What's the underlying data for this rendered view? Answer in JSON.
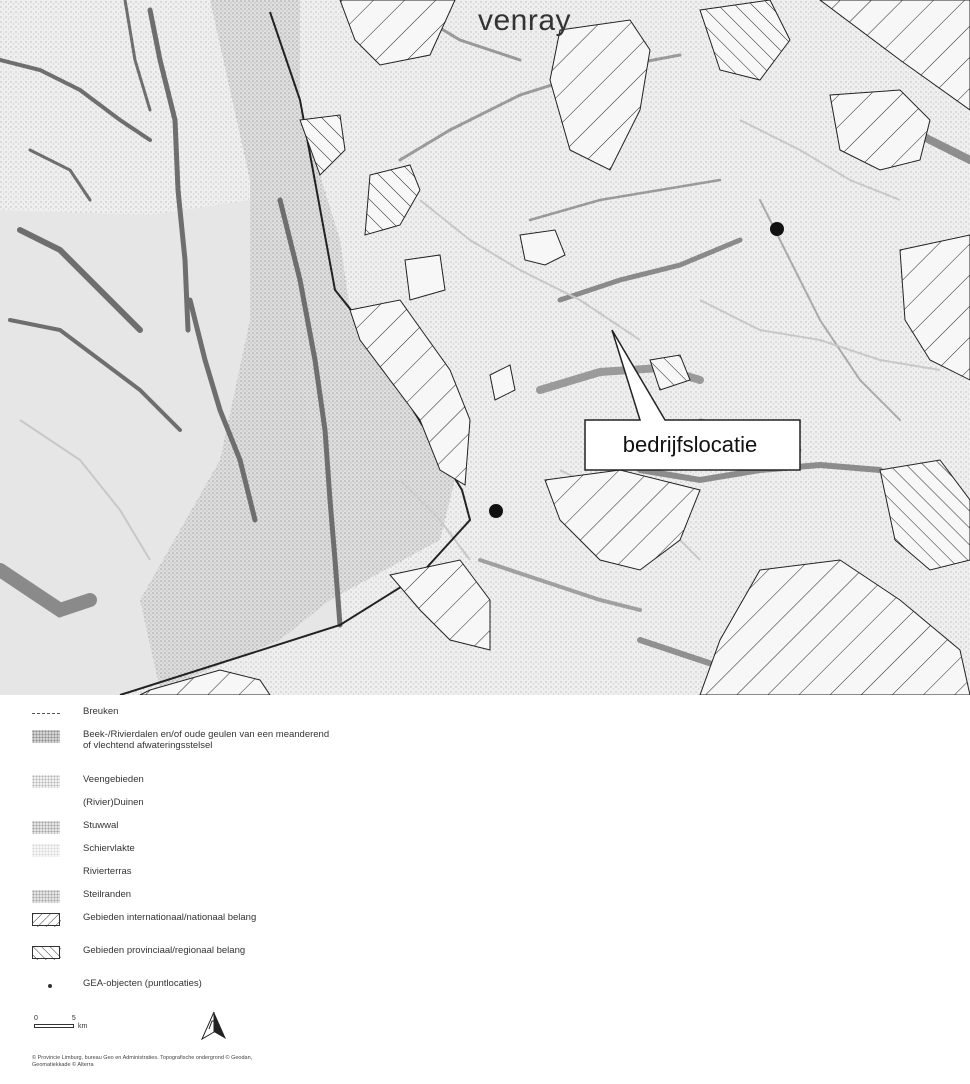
{
  "map": {
    "place_name": "venray",
    "callout": "bedrijfslocatie"
  },
  "legend": {
    "items": [
      {
        "id": "breuken",
        "label": "Breuken"
      },
      {
        "id": "beekdalen",
        "label": "Beek-/Rivierdalen en/of oude geulen van een meanderend of vlechtend afwateringsstelsel"
      },
      {
        "id": "veengebieden",
        "label": "Veengebieden"
      },
      {
        "id": "duinen",
        "label": "(Rivier)Duinen"
      },
      {
        "id": "stuwwal",
        "label": "Stuwwal"
      },
      {
        "id": "schiervlakte",
        "label": "Schiervlakte"
      },
      {
        "id": "rivierterras",
        "label": "Rivierterras"
      },
      {
        "id": "steilranden",
        "label": "Steilranden"
      },
      {
        "id": "internationaal",
        "label": "Gebieden internationaal/nationaal belang"
      },
      {
        "id": "provinciaal",
        "label": "Gebieden provinciaal/regionaal belang"
      },
      {
        "id": "gea",
        "label": "GEA-objecten (puntlocaties)"
      }
    ]
  },
  "scale": {
    "min": "0",
    "max": "5",
    "unit": "km"
  },
  "copyright": "© Provincie Limburg, bureau Geo en Administraties. Topografische ondergrond © Geodan, Geomatiekkade © Alterra"
}
